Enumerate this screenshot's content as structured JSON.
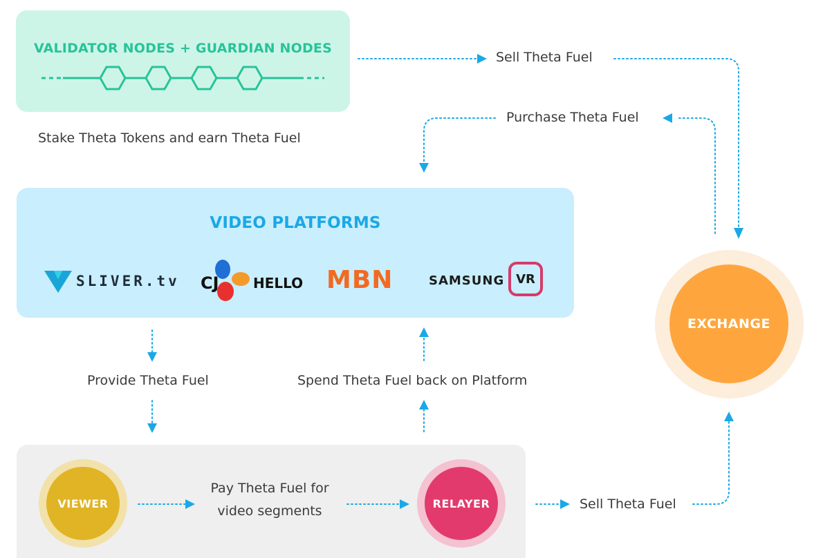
{
  "colors": {
    "validators_bg": "#cdf5e7",
    "validators_accent": "#27c39a",
    "platforms_bg": "#c9eefd",
    "platforms_accent": "#1ba8e6",
    "viewer_zone_bg": "#efefef",
    "exchange": "#fea63d",
    "viewer": "#e0b425",
    "relayer": "#e33a6e",
    "arrow": "#1ba8e6"
  },
  "validators": {
    "title": "VALIDATOR NODES + GUARDIAN NODES",
    "caption": "Stake Theta Tokens and earn Theta Fuel",
    "node_icon": "hexagon-chain-icon"
  },
  "platforms": {
    "title": "VIDEO PLATFORMS",
    "logos": [
      {
        "icon": "sliver-tv-logo",
        "text": "SLIVER.tv"
      },
      {
        "icon": "cj-hello-logo",
        "text_a": "CJ",
        "text_b": "HELLO"
      },
      {
        "icon": "mbn-logo",
        "text": "MBN"
      },
      {
        "icon": "samsung-vr-logo",
        "text_a": "SAMSUNG",
        "text_b": "VR"
      }
    ]
  },
  "nodes": {
    "exchange": "EXCHANGE",
    "viewer": "VIEWER",
    "relayer": "RELAYER"
  },
  "flows": {
    "sell_top": "Sell Theta Fuel",
    "purchase": "Purchase Theta Fuel",
    "provide": "Provide Theta Fuel",
    "spend": "Spend Theta Fuel back on Platform",
    "pay_line1": "Pay Theta Fuel for",
    "pay_line2": "video segments",
    "sell_bottom": "Sell Theta Fuel"
  }
}
